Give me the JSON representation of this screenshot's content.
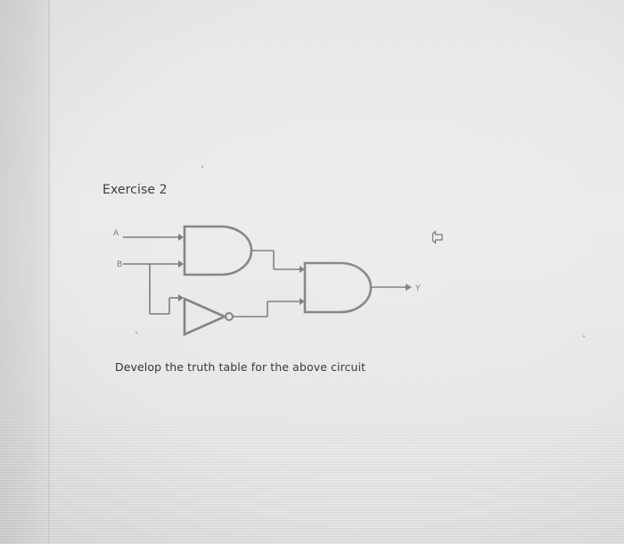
{
  "exercise": {
    "title": "Exercise 2",
    "instructions": "Develop the truth table for the above circuit"
  },
  "circuit": {
    "inputs": [
      "A",
      "B"
    ],
    "output": "Y",
    "gates": [
      "and-gate",
      "not-gate",
      "and-gate"
    ]
  },
  "icons": {
    "cursor": "mouse-pointer-icon"
  },
  "colors": {
    "background": "#ebeae8",
    "wire": "#7a7a7a",
    "text": "#333333"
  }
}
